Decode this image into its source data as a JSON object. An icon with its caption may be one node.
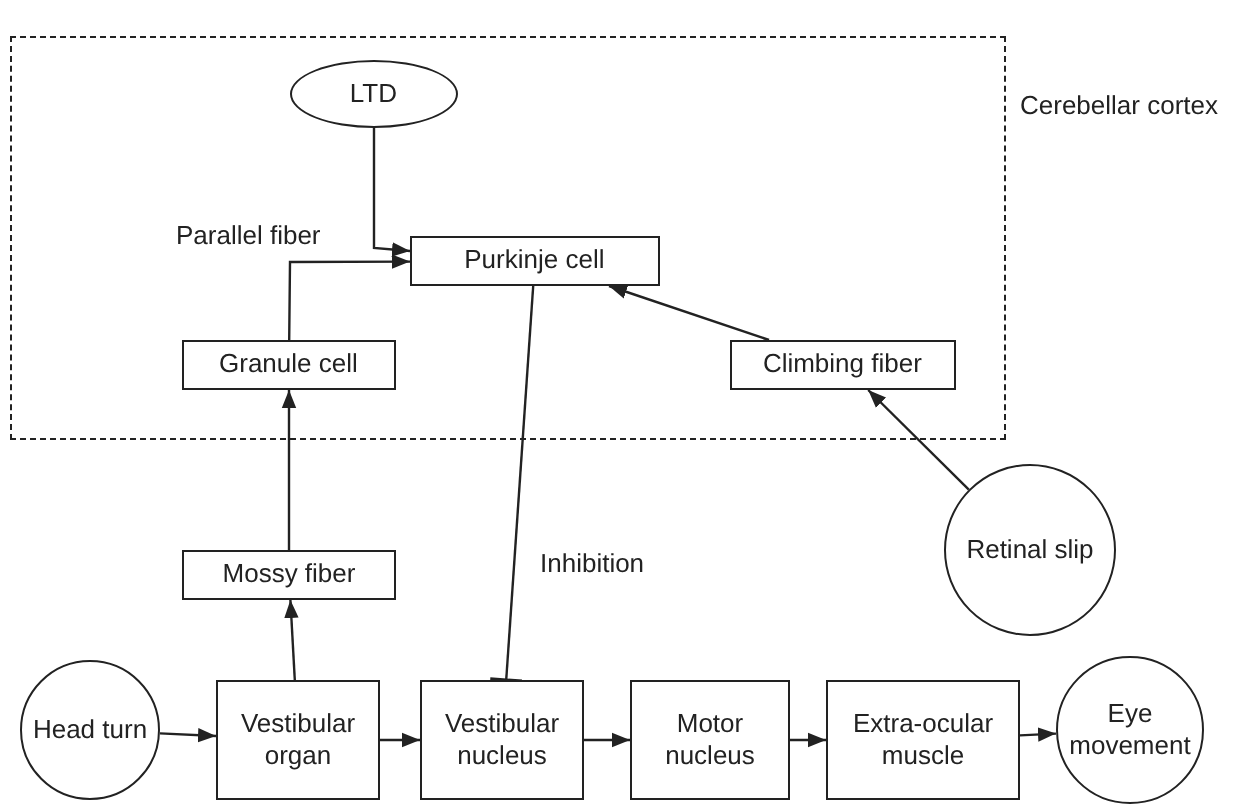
{
  "diagram": {
    "nodes": [
      {
        "text": [
          "Cerebellar cortex"
        ]
      },
      {
        "text": [
          "LTD"
        ],
        "in": 0
      },
      {
        "text": [
          "Purkinje cell"
        ],
        "in": 0
      },
      {
        "text": [
          "Granule cell"
        ],
        "in": 0
      },
      {
        "text": [
          "Climbing fiber"
        ],
        "in": 0
      },
      {
        "text": [
          "Mossy fiber"
        ]
      },
      {
        "text": [
          "Retinal slip"
        ]
      },
      {
        "text": [
          "Head turn"
        ]
      },
      {
        "text": [
          "Vestibular organ"
        ]
      },
      {
        "text": [
          "Vestibular nucleus"
        ]
      },
      {
        "text": [
          "Motor nucleus"
        ]
      },
      {
        "text": [
          "Extra-ocular muscle"
        ]
      },
      {
        "text": [
          "Eye movement"
        ]
      }
    ],
    "edges": [
      {
        "from": 1,
        "to": 2,
        "arrow": "to"
      },
      {
        "from": 3,
        "to": 2,
        "arrow": "to",
        "label": "Parallel fiber"
      },
      {
        "from": 4,
        "to": 2,
        "arrow": "to"
      },
      {
        "from": 6,
        "to": 4,
        "arrow": "to"
      },
      {
        "from": 5,
        "to": 3,
        "arrow": "to"
      },
      {
        "from": 8,
        "to": 5,
        "arrow": "to"
      },
      {
        "from": 2,
        "to": 9,
        "arrow": "other",
        "label": "Inhibition"
      },
      {
        "from": 7,
        "to": 8,
        "arrow": "to"
      },
      {
        "from": 8,
        "to": 9,
        "arrow": "to"
      },
      {
        "from": 9,
        "to": 10,
        "arrow": "to"
      },
      {
        "from": 10,
        "to": 11,
        "arrow": "to"
      },
      {
        "from": 11,
        "to": 12,
        "arrow": "to"
      }
    ]
  }
}
